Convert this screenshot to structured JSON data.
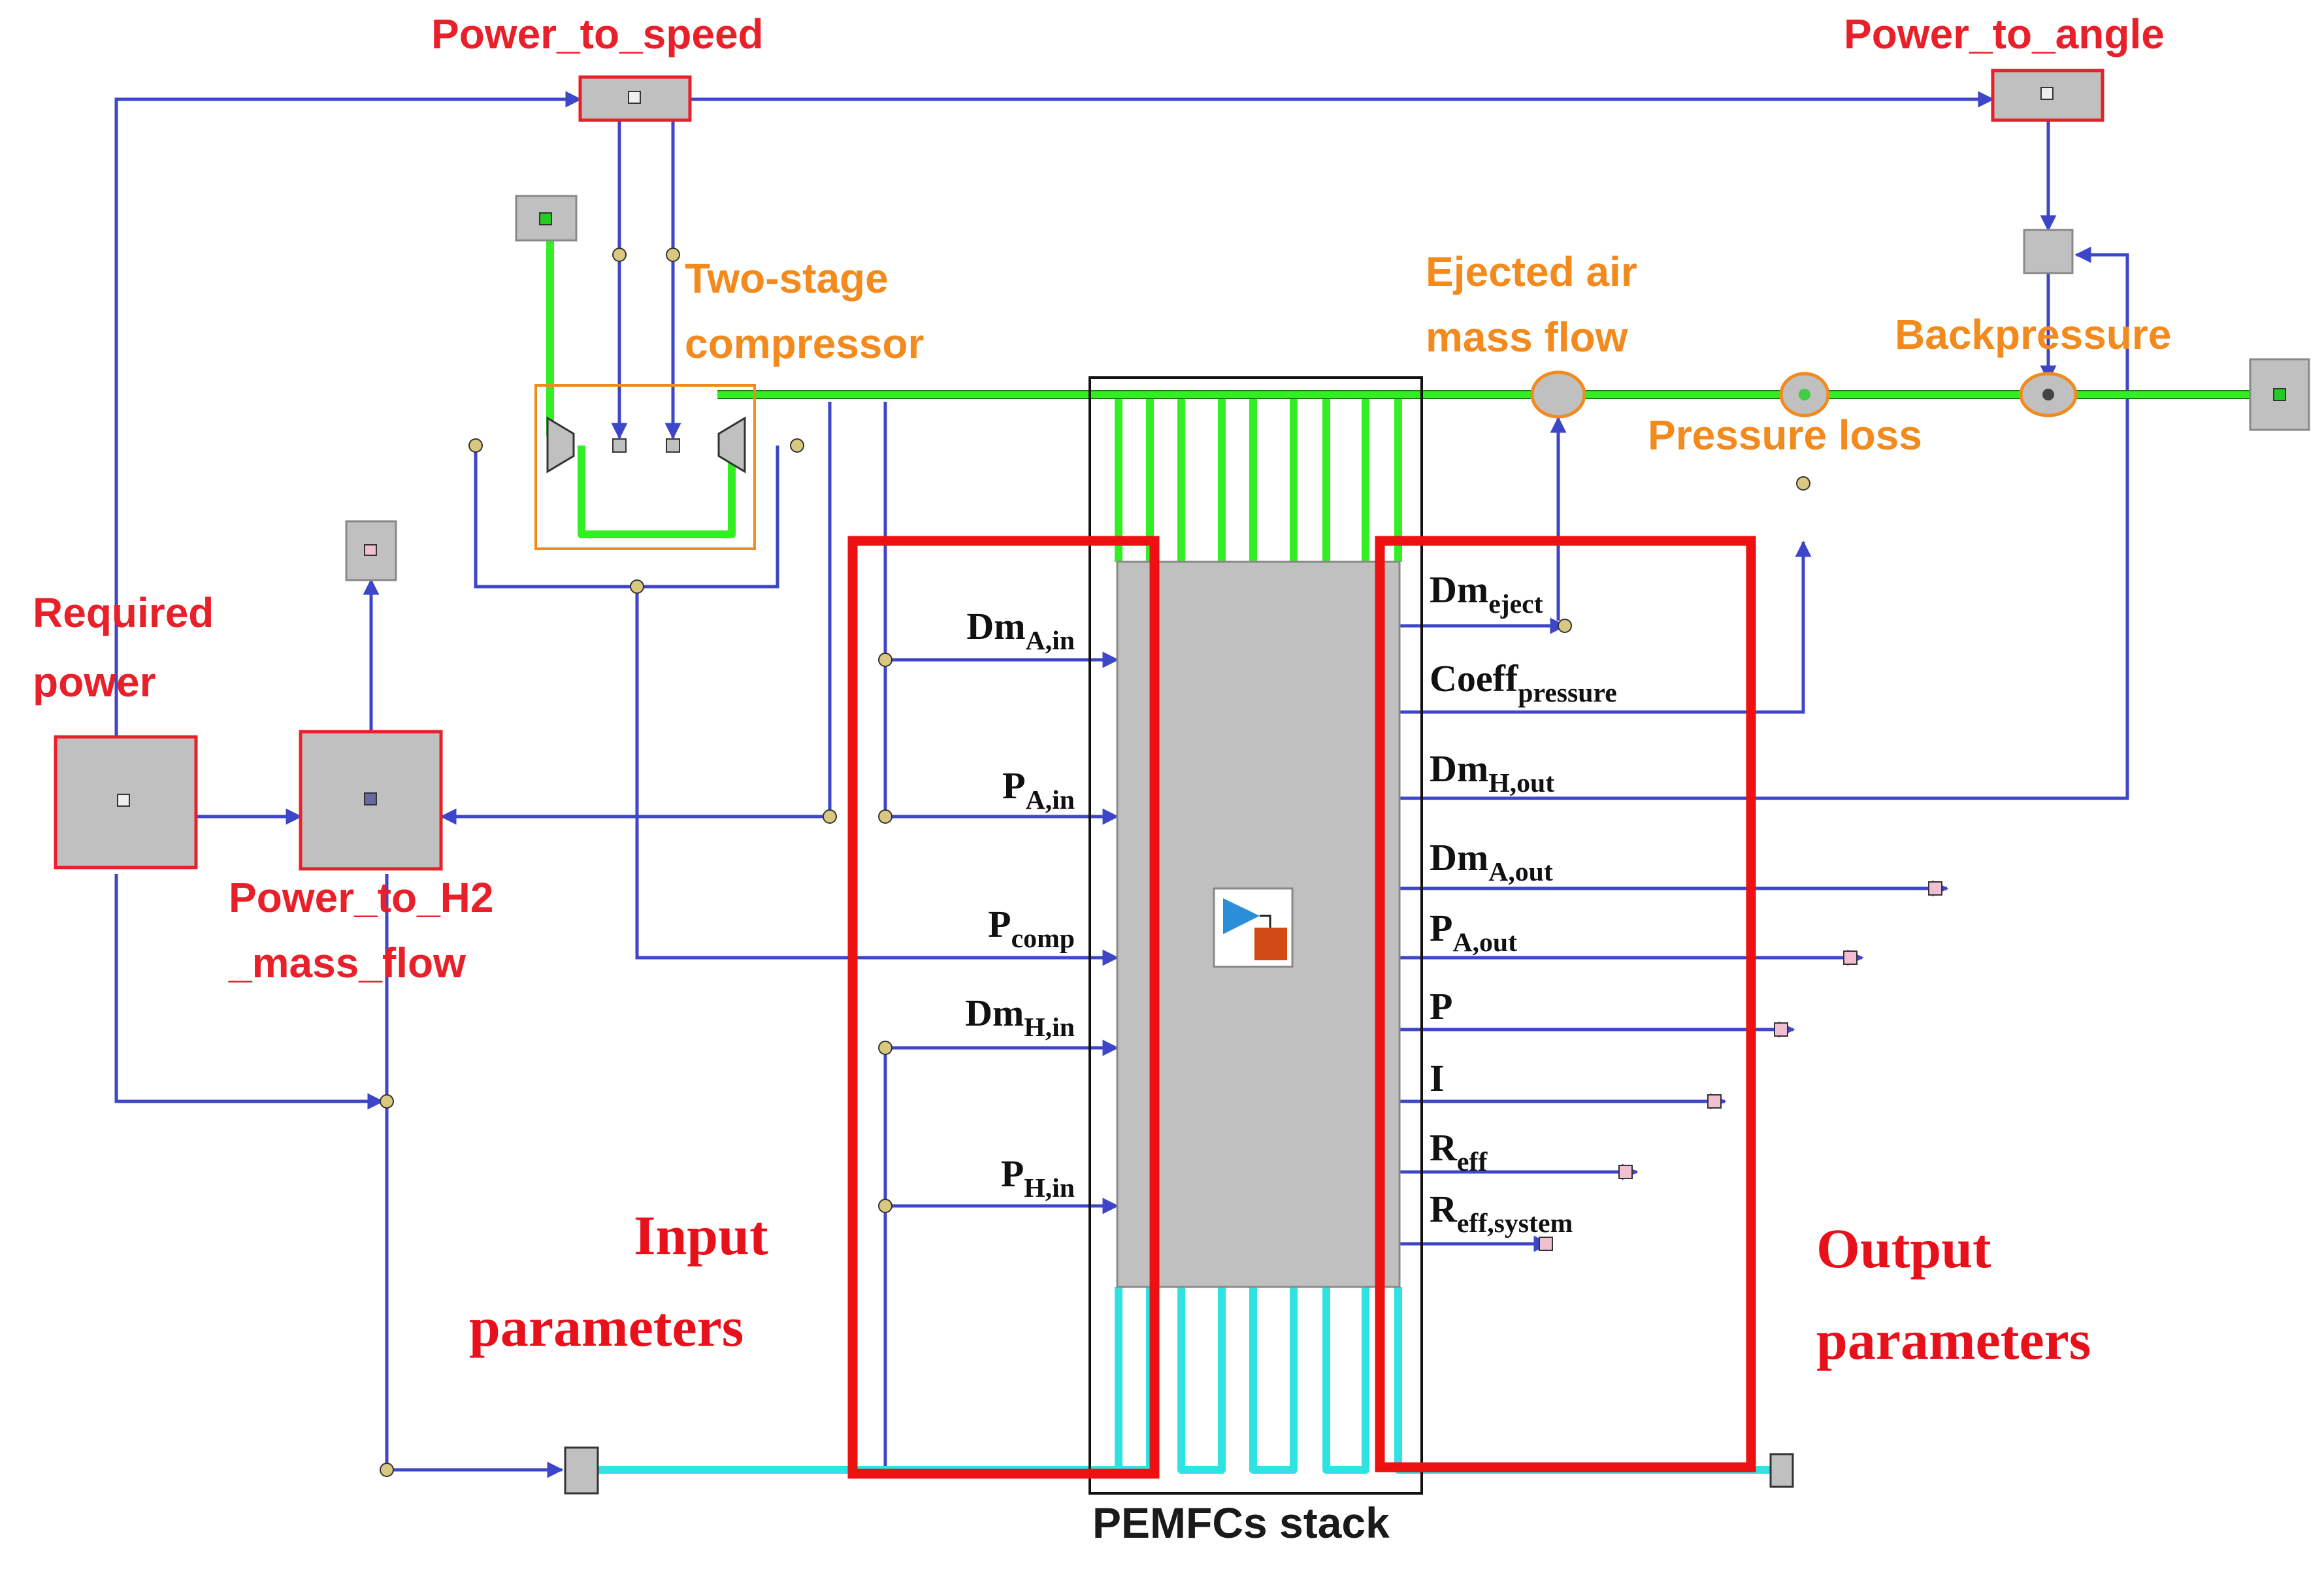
{
  "colors": {
    "signal": "#3d46c8",
    "air_line": "#33ee22",
    "coolant_line": "#2fe3e3",
    "block_red": "#e8202a",
    "block_fill": "#c0c0c0",
    "orange": "#f28a1e",
    "frame_red": "#ee1111"
  },
  "labels": {
    "power_to_speed": "Power_to_speed",
    "power_to_angle": "Power_to_angle",
    "two_stage_line1": "Two-stage",
    "two_stage_line2": "compressor",
    "ejected_line1": "Ejected air",
    "ejected_line2": "mass flow",
    "backpressure": "Backpressure",
    "pressure_loss": "Pressure loss",
    "required_line1": "Required",
    "required_line2": "power",
    "h2_line1": "Power_to_H2",
    "h2_line2": "_mass_flow",
    "stack": "PEMFCs stack",
    "input_line1": "Input",
    "input_line2": "parameters",
    "output_line1": "Output",
    "output_line2": "parameters"
  },
  "inputs": [
    {
      "main": "Dm",
      "sub": "A,in"
    },
    {
      "main": "P",
      "sub": "A,in"
    },
    {
      "main": "P",
      "sub": "comp"
    },
    {
      "main": "Dm",
      "sub": "H,in"
    },
    {
      "main": "P",
      "sub": "H,in"
    }
  ],
  "outputs": [
    {
      "main": "Dm",
      "sub": "eject"
    },
    {
      "main": "Coeff",
      "sub": "pressure"
    },
    {
      "main": "Dm",
      "sub": "H,out"
    },
    {
      "main": "Dm",
      "sub": "A,out"
    },
    {
      "main": "P",
      "sub": "A,out"
    },
    {
      "main": "P",
      "sub": ""
    },
    {
      "main": "I",
      "sub": ""
    },
    {
      "main": "R",
      "sub": "eff"
    },
    {
      "main": "R",
      "sub": "eff,system"
    }
  ]
}
